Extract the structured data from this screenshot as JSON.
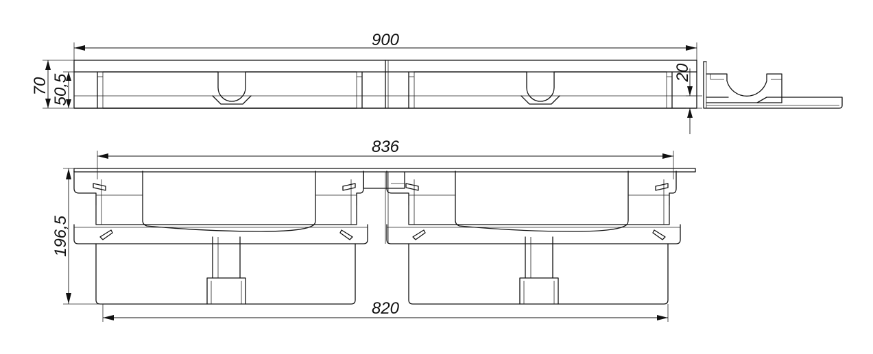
{
  "dimensions": {
    "front_length": "900",
    "front_height_total": "70",
    "front_height_inner": "50,5",
    "side_height": "20",
    "plan_length_outer": "836",
    "plan_length_inner": "820",
    "plan_depth": "196,5"
  }
}
